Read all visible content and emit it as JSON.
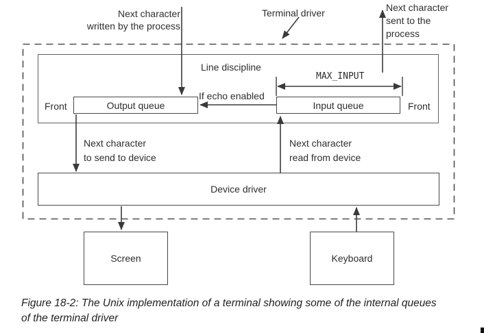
{
  "diagram": {
    "annotations": {
      "next_written": {
        "l1": "Next character",
        "l2": "written by the process"
      },
      "terminal_driver": "Terminal driver",
      "next_sent": {
        "l1": "Next character",
        "l2": "sent to the",
        "l3": "process"
      },
      "line_discipline": "Line discipline",
      "max_input": "MAX_INPUT",
      "if_echo": "If echo enabled",
      "front_left": "Front",
      "front_right": "Front",
      "send_device": {
        "l1": "Next character",
        "l2": "to send to device"
      },
      "read_device": {
        "l1": "Next character",
        "l2": "read from device"
      }
    },
    "boxes": {
      "output_queue": "Output queue",
      "input_queue": "Input queue",
      "device_driver": "Device driver",
      "screen": "Screen",
      "keyboard": "Keyboard"
    }
  },
  "caption": {
    "l1": "Figure 18-2: The Unix implementation of a terminal showing some of the internal queues",
    "l2": "of the terminal driver"
  },
  "colors": {
    "line": "#3a3a3a",
    "dashed_border": "#4f4f4f",
    "box_border": "#474747",
    "text": "#2e2e2e",
    "background": "#ffffff"
  }
}
